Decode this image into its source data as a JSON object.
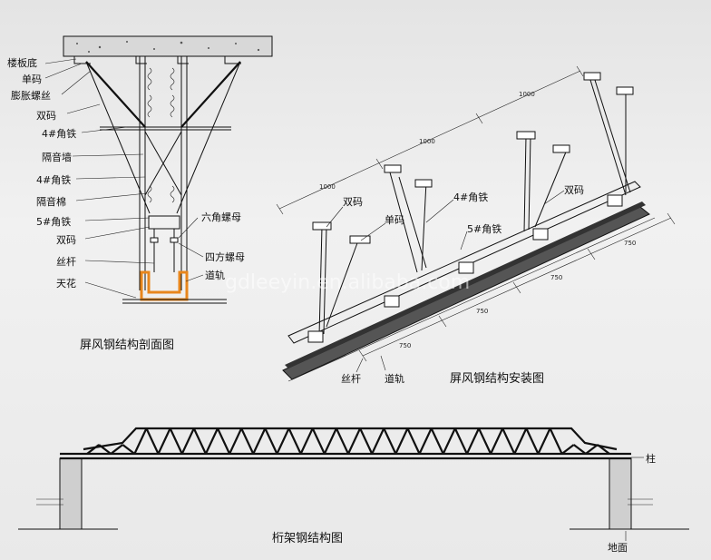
{
  "section": {
    "title": "屏风钢结构剖面图",
    "labels": [
      "楼板底",
      "单码",
      "膨胀螺丝",
      "双码",
      "4#角铁",
      "隔音墙",
      "4#角铁",
      "隔音棉",
      "5#角铁",
      "双码",
      "丝杆",
      "天花"
    ],
    "right_labels": [
      "六角螺母",
      "四方螺母",
      "道轨"
    ]
  },
  "install": {
    "title": "屏风钢结构安装图",
    "labels": {
      "shuangma1": "双码",
      "danma": "单码",
      "jiaotie4": "4#角铁",
      "jiaotie5": "5#角铁",
      "shuangma2": "双码",
      "sigan": "丝杆",
      "daogui": "道轨"
    },
    "dims_top": [
      "1000",
      "1000",
      "1000"
    ],
    "dims_bottom": [
      "750",
      "750",
      "750",
      "750"
    ]
  },
  "truss": {
    "title": "桁架钢结构图",
    "label_column": "柱",
    "label_ground": "地面"
  },
  "watermark": "gdleeyin.en.alibaba.com"
}
